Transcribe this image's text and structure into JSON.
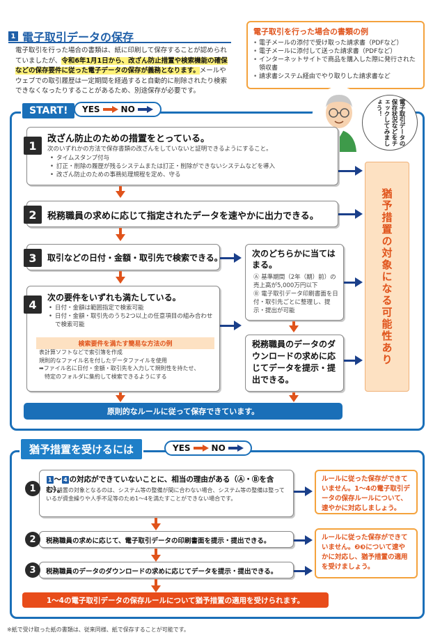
{
  "header": {
    "section_number": "1",
    "title": "電子取引データの保存",
    "intro_before": "電子取引を行った場合の書類は、紙に印刷して保存することが認められていましたが、",
    "intro_highlight": "令和6年1月1日から、改ざん防止措置や検索機能の確保などの保存要件に従った電子データの保存が義務となります。",
    "intro_after": "メールやウェブでの取引履歴は一定期間を経過すると自動的に削除されたり検索できなくなったりすることがあるため、別途保存が必要です。"
  },
  "examples": {
    "title": "電子取引を行った場合の書類の例",
    "items": [
      "電子メールの添付で受け取った請求書（PDFなど）",
      "電子メールに添付して送った請求書（PDFなど）",
      "インターネットサイトで商品を購入した際に発行された領収書",
      "請求書システム経由でやり取りした請求書など"
    ]
  },
  "flow": {
    "start_label": "START!",
    "legend_yes": "YES",
    "legend_no": "NO",
    "bubble": "電子取引データの保存状況などをチェックしてみましょう！",
    "step1": {
      "num": "1",
      "head": "改ざん防止のための措置をとっている。",
      "desc": "次のいずれかの方法で保存書類の改ざんをしていないと証明できるようにすること。",
      "bullets": [
        "タイムスタンプ付与",
        "訂正・削除の履歴が残るシステムまたは訂正・削除ができないシステムなどを導入",
        "改ざん防止のための事務処理規程を定め、守る"
      ]
    },
    "step2": {
      "num": "2",
      "head": "税務職員の求めに応じて指定されたデータを速やかに出力できる。"
    },
    "step3": {
      "num": "3",
      "head": "取引などの日付・金額・取引先で検索できる。"
    },
    "step4": {
      "num": "4",
      "head": "次の要件をいずれも満たしている。",
      "bullets": [
        "日付・金額は範囲指定で検索可能",
        "日付・金額・取引先のうち2つ以上の任意項目の組み合わせで検索可能"
      ],
      "simple_title": "検索要件を満たす簡易な方法の例",
      "simple_items": [
        "表計算ソフトなどで索引簿を作成",
        "規則的なファイル名を付したデータファイルを使用",
        "➡ファイル名に日付・金額・取引先を入力して規則性を持たせ、",
        "　特定のフォルダに集約して検索できるようにする"
      ]
    },
    "either": {
      "head": "次のどちらかに当てはまる。",
      "items": [
        "Ⓐ 基準期間（2年（期）前）の売上高が5,000万円以下",
        "Ⓑ 電子取引データ印刷書面を日付・取引先ごとに整理し、提示・提出が可能"
      ]
    },
    "download": {
      "head": "税務職員のデータのダウンロードの求めに応じてデータを提示・提出できる。"
    },
    "result": "猶予措置の対象になる可能性あり",
    "bottom": "原則的なルールに従って保存できています。"
  },
  "grace": {
    "title": "猶予措置を受けるには",
    "legend_yes": "YES",
    "legend_no": "NO",
    "q1": {
      "num": "1",
      "head_pre": "",
      "tag_a": "1",
      "tilde": "～",
      "tag_b": "4",
      "head_post": "の対応ができていないことに、相当の理由がある（Ⓐ・Ⓑを含む）。",
      "desc": "猶予措置の対象となるのは、システム等の整備が間に合わない場合、システム等の整備は整っているが資金繰りや人手不足等のため1～4を満たすことができない場合です。"
    },
    "q2": {
      "num": "2",
      "head": "税務職員の求めに応じて、電子取引データの印刷書面を提示・提出できる。"
    },
    "q3": {
      "num": "3",
      "head": "税務職員のデータのダウンロードの求めに応じてデータを提示・提出できる。"
    },
    "note1": "ルールに従った保存ができていません。1～4の電子取引データの保存ルールについて、速やかに対応しましょう。",
    "note2": "ルールに従った保存ができていません。❷❸について速やかに対応し、猶予措置の適用を受けましょう。",
    "final": "1～4の電子取引データの保存ルールについて猶予措置の適用を受けられます。"
  },
  "footnote": "※紙で受け取った紙の書類は、従来同様、紙で保存することが可能です。",
  "colors": {
    "blue": "#1a6fb8",
    "orange": "#e0531b",
    "navy": "#1a3f8a",
    "peach": "#fde1c2"
  }
}
